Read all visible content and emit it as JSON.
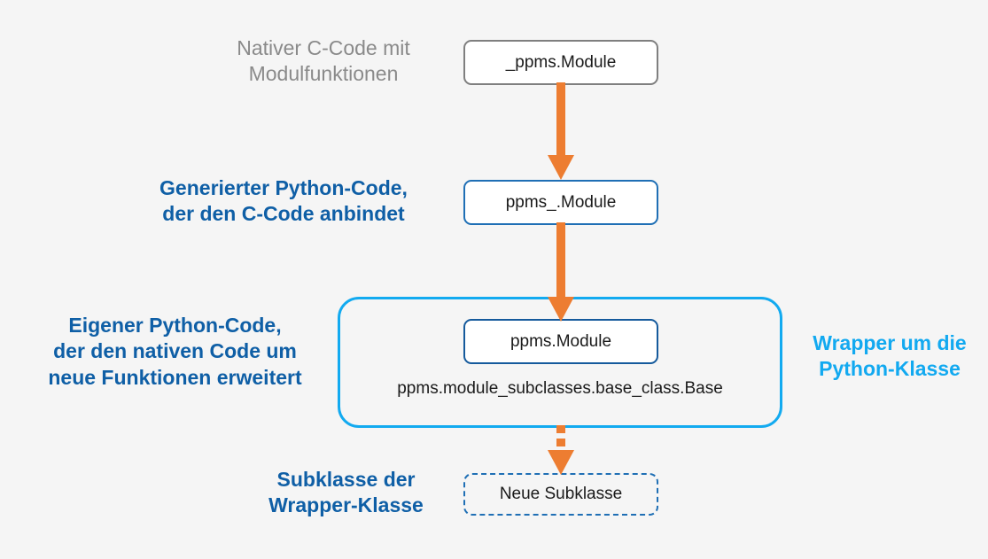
{
  "diagram": {
    "title": "Python-Wrapper Architektur",
    "background_color": "#f5f5f5",
    "colors": {
      "gray": "#8a8a8a",
      "blue": "#0f5fa6",
      "dark_blue": "#1f6fb5",
      "cyan": "#12aaf0",
      "orange": "#ed7d31",
      "text": "#1a1a1a"
    }
  },
  "labels": {
    "native": "Nativer C-Code mit\nModulfunktionen",
    "generated": "Generierter Python-Code,\nder den C-Code anbindet",
    "own": "Eigener Python-Code,\nder den nativen Code um\nneue Funktionen erweitert",
    "wrapper": "Wrapper um die\nPython-Klasse",
    "subclass": "Subklasse der\nWrapper-Klasse"
  },
  "nodes": {
    "native": "_ppms.Module",
    "generated": "ppms_.Module",
    "module": "ppms.Module",
    "base_class": "ppms.module_subclasses.base_class.Base",
    "subclass": "Neue Subklasse"
  },
  "arrows": {
    "native_to_generated": "solid-down-arrow",
    "generated_to_module": "solid-down-arrow",
    "module_to_subclass": "dashed-down-arrow"
  }
}
